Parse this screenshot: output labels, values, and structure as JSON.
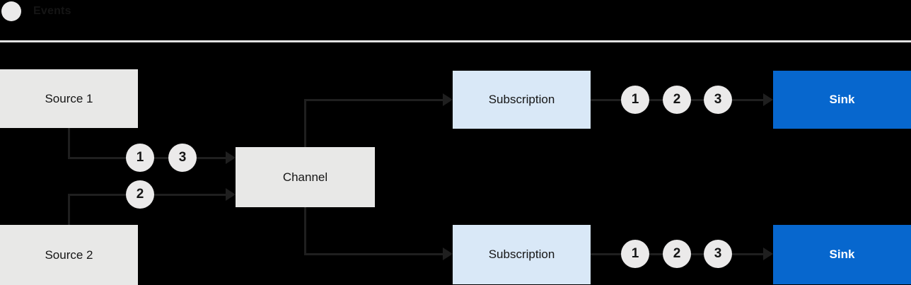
{
  "legend": {
    "label": "Events",
    "icon": "event-circle-icon"
  },
  "nodes": {
    "source1": "Source 1",
    "source2": "Source 2",
    "channel": "Channel",
    "subscription_top": "Subscription",
    "subscription_bottom": "Subscription",
    "sink_top": "Sink",
    "sink_bottom": "Sink"
  },
  "events": {
    "source1_to_channel": [
      "1",
      "3"
    ],
    "source2_to_channel": [
      "2"
    ],
    "subscription_top_to_sink": [
      "1",
      "2",
      "3"
    ],
    "subscription_bottom_to_sink": [
      "1",
      "2",
      "3"
    ]
  },
  "colors": {
    "background": "#000000",
    "box_gray": "#e8e8e7",
    "box_light_blue": "#d9e8f7",
    "box_blue": "#0767ce",
    "circle": "#ebeaea",
    "line": "#1f1f1f",
    "separator": "#e2e2e2",
    "text_dark": "#151515",
    "text_light": "#ffffff"
  }
}
